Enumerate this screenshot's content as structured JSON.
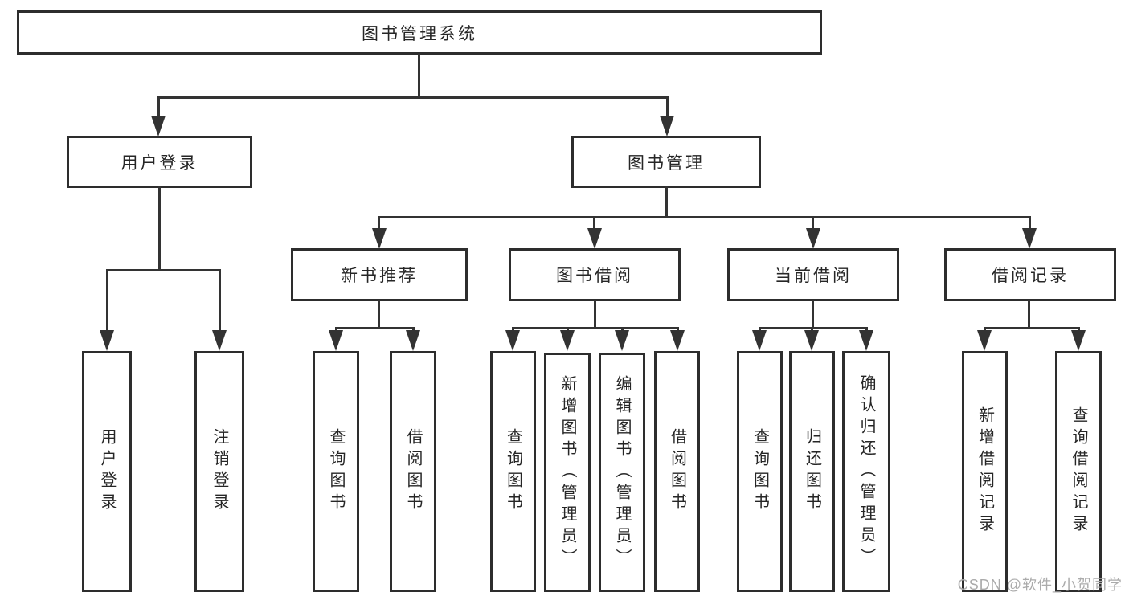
{
  "diagram": {
    "root": "图书管理系统",
    "user_login": {
      "label": "用户登录",
      "children": [
        "用户登录",
        "注销登录"
      ]
    },
    "book_mgmt": {
      "label": "图书管理",
      "new_books": {
        "label": "新书推荐",
        "children": [
          "查询图书",
          "借阅图书"
        ]
      },
      "book_borrow": {
        "label": "图书借阅",
        "children": [
          "查询图书",
          "新增图书（管理员）",
          "编辑图书（管理员）",
          "借阅图书"
        ]
      },
      "current_borrow": {
        "label": "当前借阅",
        "children": [
          "查询图书",
          "归还图书",
          "确认归还（管理员）"
        ]
      },
      "borrow_records": {
        "label": "借阅记录",
        "children": [
          "新增借阅记录",
          "查询借阅记录"
        ]
      }
    }
  },
  "watermark": "CSDN @软件_小贺同学",
  "colors": {
    "background": "#ffffff",
    "box_border": "#2d2d2d",
    "line": "#333333",
    "text": "#262626",
    "watermark": "#ababab"
  }
}
